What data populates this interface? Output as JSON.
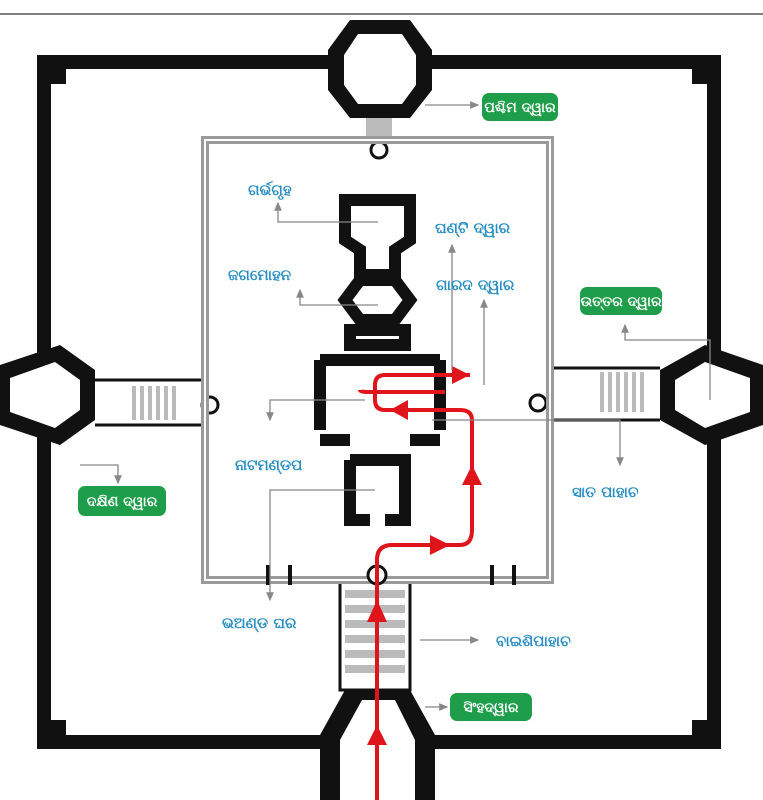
{
  "title": "Jagannath Temple layout",
  "gates": {
    "west": "ପଶ୍ଚିମ ଦ୍ୱାର",
    "north": "ଉତ୍ତର ଦ୍ୱାର",
    "south": "ଦକ୍ଷିଣ ଦ୍ୱାର",
    "lion": "ସିଂହଦ୍ୱାର"
  },
  "labels": {
    "garbhagriha": "ଗର୍ଭଗୃହ",
    "ghanti_dwara": "ଘଣ୍ଟି ଦ୍ୱାର",
    "jagamohana": "ଜଗମୋହନ",
    "garada_dwara": "ଗାରଦ ଦ୍ୱାର",
    "natamandapa": "ନାଟମଣ୍ଡପ",
    "sata_pahacha": "ସାତ ପାହାଚ",
    "bhanda_ghara": "ଭଅଣ୍ଡ ଘର",
    "baisi_pahacha": "ବାଇଶିପାହାଚ"
  },
  "colors": {
    "gate_label_bg": "#1e9e4a",
    "label_text": "#2a8fc4",
    "path": "#e0141b",
    "wall": "#111111",
    "inner_wall": "#9a9a9a"
  }
}
